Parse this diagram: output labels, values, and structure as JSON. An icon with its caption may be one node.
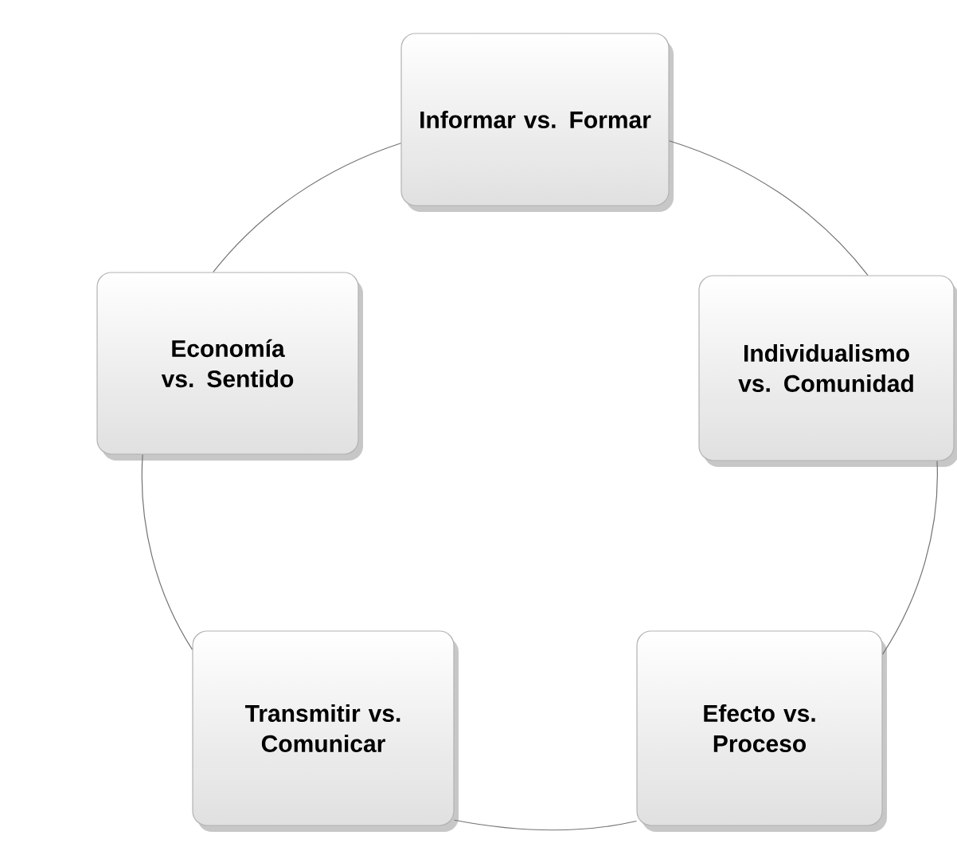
{
  "diagram": {
    "nodes": [
      {
        "text": [
          "Informar vs. Formar"
        ]
      },
      {
        "text": [
          "Individualismo vs. Comunidad"
        ]
      },
      {
        "text": [
          "Efecto vs. Proceso"
        ]
      },
      {
        "text": [
          "Transmitir vs. Comunicar"
        ]
      },
      {
        "text": [
          "Economía vs. Sentido"
        ]
      }
    ],
    "edges": [
      {
        "from": 0,
        "to": 1,
        "arrow": "none"
      },
      {
        "from": 1,
        "to": 2,
        "arrow": "none"
      },
      {
        "from": 2,
        "to": 3,
        "arrow": "none"
      },
      {
        "from": 3,
        "to": 4,
        "arrow": "none"
      },
      {
        "from": 4,
        "to": 0,
        "arrow": "none"
      }
    ]
  }
}
